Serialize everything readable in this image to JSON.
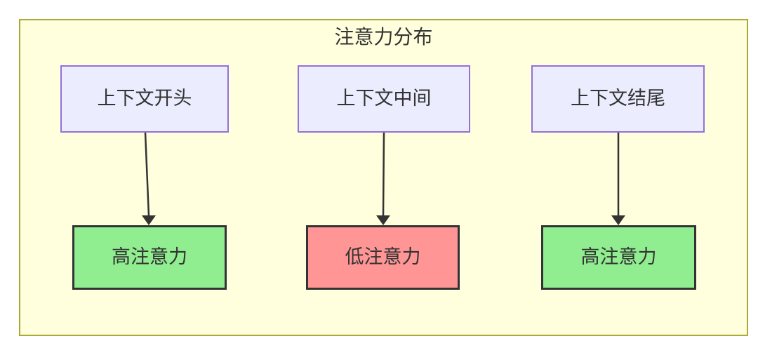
{
  "diagram": {
    "title": "注意力分布",
    "top_nodes": [
      {
        "id": "context-start",
        "label": "上下文开头"
      },
      {
        "id": "context-middle",
        "label": "上下文中间"
      },
      {
        "id": "context-end",
        "label": "上下文结尾"
      }
    ],
    "bottom_nodes": [
      {
        "id": "high-attention-start",
        "label": "高注意力",
        "level": "high"
      },
      {
        "id": "low-attention-middle",
        "label": "低注意力",
        "level": "low"
      },
      {
        "id": "high-attention-end",
        "label": "高注意力",
        "level": "high"
      }
    ],
    "edges": [
      {
        "from": "context-start",
        "to": "high-attention-start"
      },
      {
        "from": "context-middle",
        "to": "low-attention-middle"
      },
      {
        "from": "context-end",
        "to": "high-attention-end"
      }
    ],
    "colors": {
      "cluster_fill": "#ffffde",
      "cluster_stroke": "#aaaa33",
      "context_fill": "#ECECFF",
      "context_stroke": "#9370DB",
      "high_fill": "#90EE90",
      "low_fill": "#ff9595",
      "result_stroke": "#333333",
      "edge_color": "#333333",
      "text_color": "#333333"
    }
  }
}
